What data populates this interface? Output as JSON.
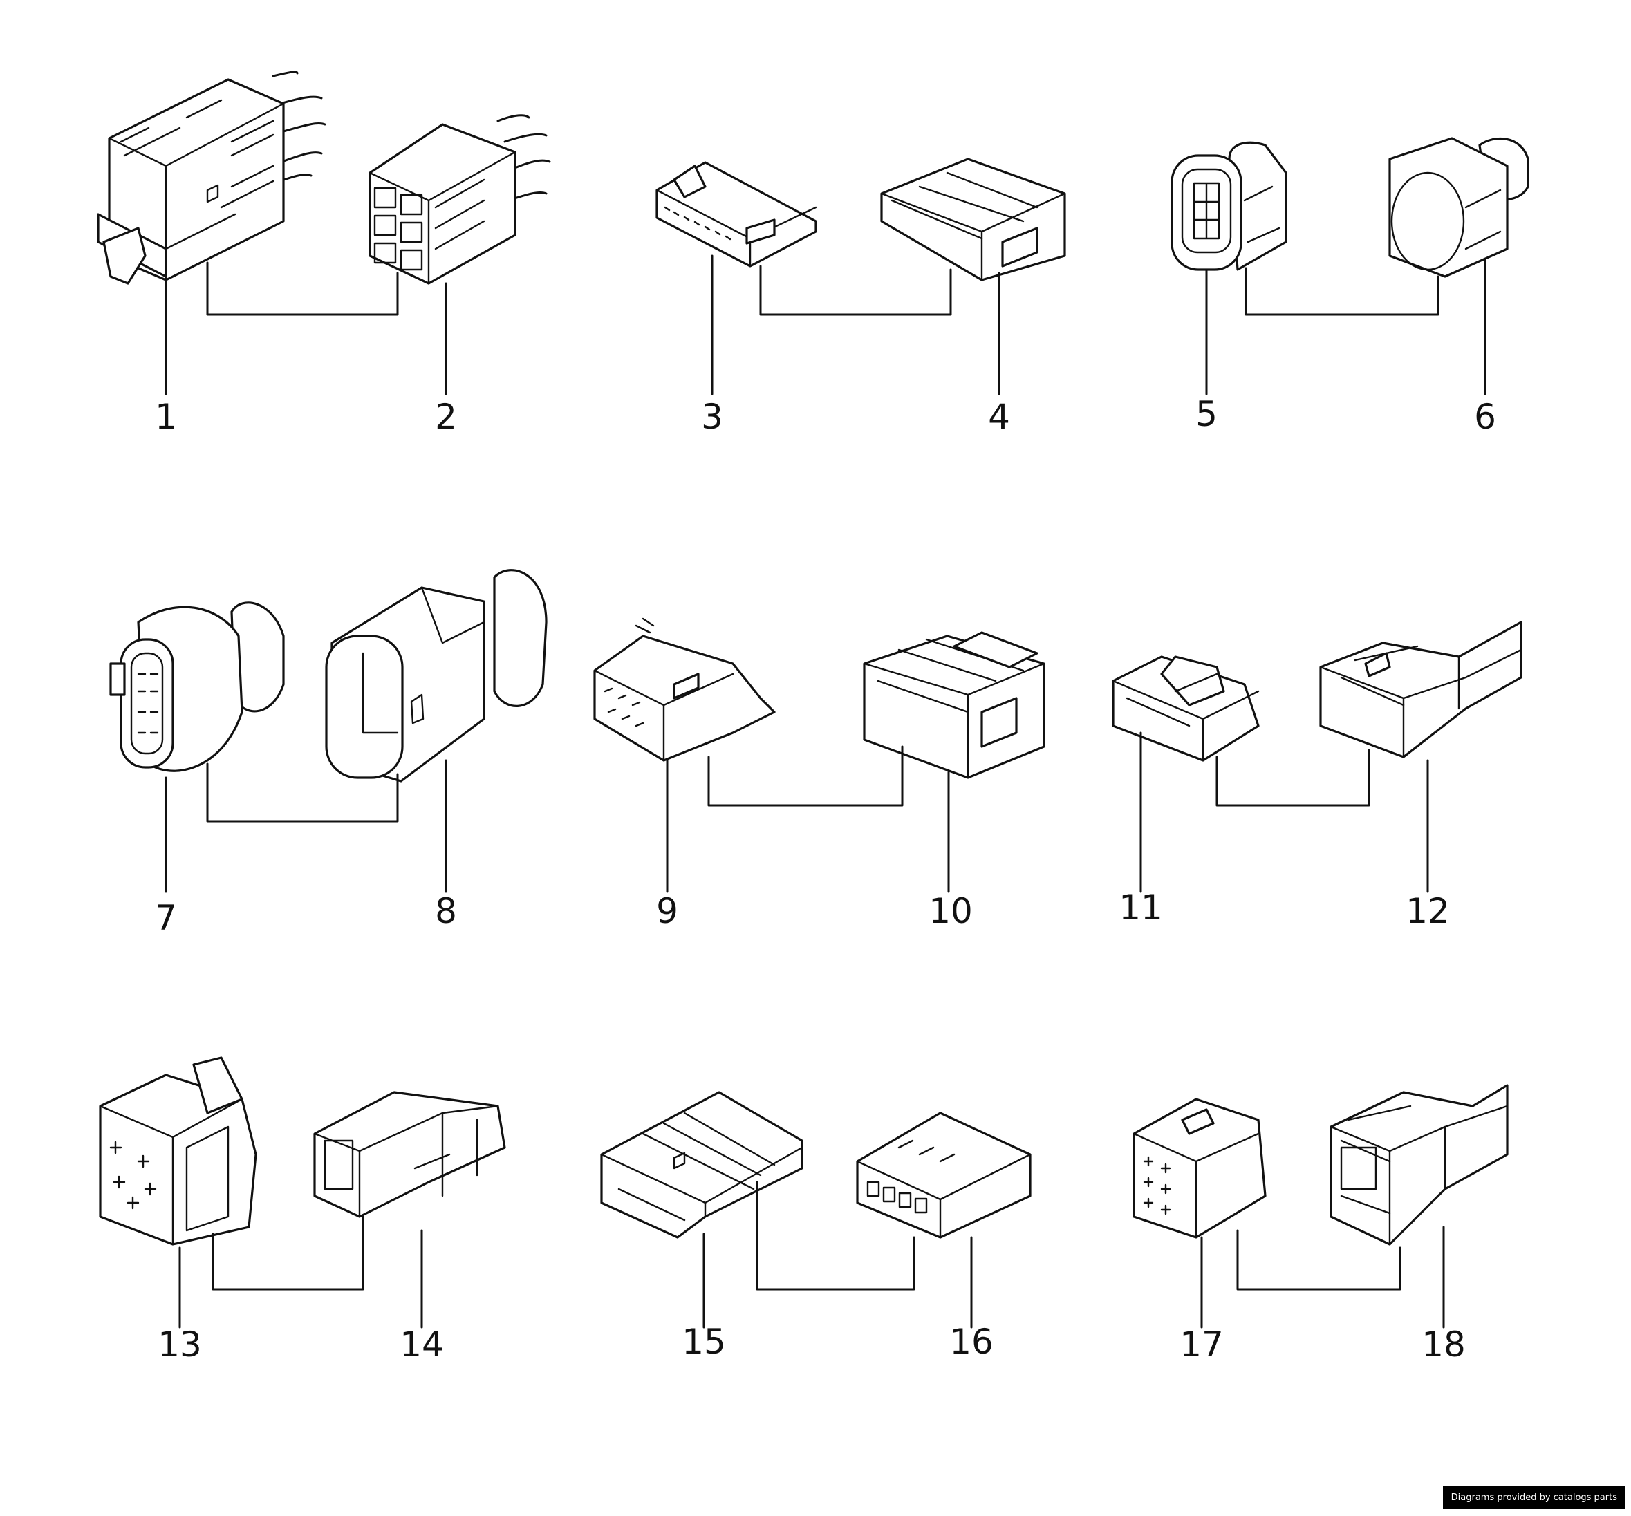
{
  "diagram": {
    "parts": [
      {
        "id": "part-1",
        "label": "1"
      },
      {
        "id": "part-2",
        "label": "2"
      },
      {
        "id": "part-3",
        "label": "3"
      },
      {
        "id": "part-4",
        "label": "4"
      },
      {
        "id": "part-5",
        "label": "5"
      },
      {
        "id": "part-6",
        "label": "6"
      },
      {
        "id": "part-7",
        "label": "7"
      },
      {
        "id": "part-8",
        "label": "8"
      },
      {
        "id": "part-9",
        "label": "9"
      },
      {
        "id": "part-10",
        "label": "10"
      },
      {
        "id": "part-11",
        "label": "11"
      },
      {
        "id": "part-12",
        "label": "12"
      },
      {
        "id": "part-13",
        "label": "13"
      },
      {
        "id": "part-14",
        "label": "14"
      },
      {
        "id": "part-15",
        "label": "15"
      },
      {
        "id": "part-16",
        "label": "16"
      },
      {
        "id": "part-17",
        "label": "17"
      },
      {
        "id": "part-18",
        "label": "18"
      }
    ],
    "pairs": [
      [
        "1",
        "2"
      ],
      [
        "3",
        "4"
      ],
      [
        "5",
        "6"
      ],
      [
        "7",
        "8"
      ],
      [
        "9",
        "10"
      ],
      [
        "11",
        "12"
      ],
      [
        "13",
        "14"
      ],
      [
        "15",
        "16"
      ],
      [
        "17",
        "18"
      ]
    ]
  },
  "footer": {
    "credit": "Diagrams provided by catalogs parts"
  }
}
